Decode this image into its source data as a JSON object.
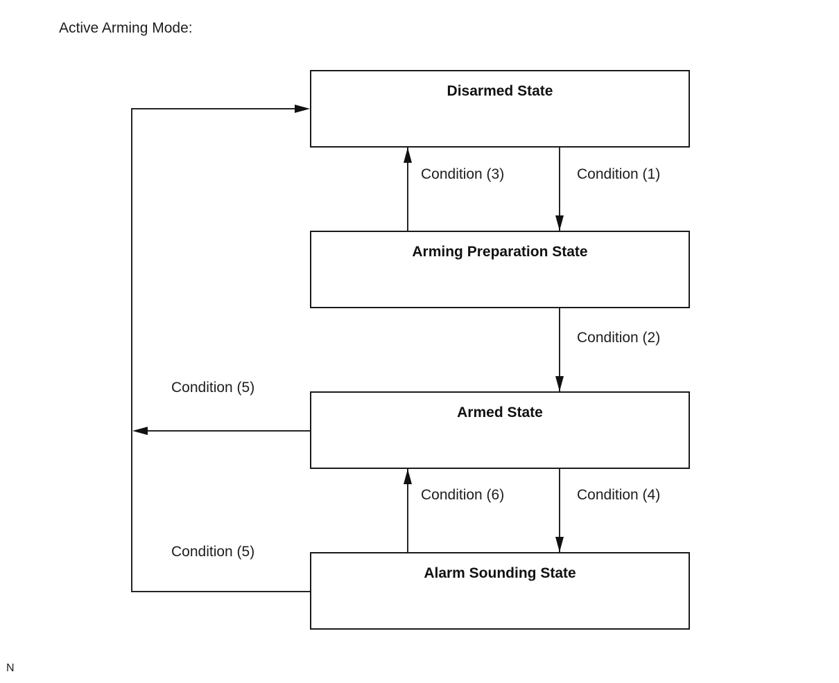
{
  "page": {
    "title": "Active Arming Mode:",
    "footnote": "N"
  },
  "diagram": {
    "type": "state-diagram",
    "states": [
      {
        "id": "disarmed",
        "label": "Disarmed State"
      },
      {
        "id": "arming-preparation",
        "label": "Arming Preparation State"
      },
      {
        "id": "armed",
        "label": "Armed State"
      },
      {
        "id": "alarm-sounding",
        "label": "Alarm Sounding State"
      }
    ],
    "transitions": [
      {
        "label": "Condition (1)",
        "from": "Disarmed State",
        "to": "Arming Preparation State",
        "direction": "down"
      },
      {
        "label": "Condition (2)",
        "from": "Arming Preparation State",
        "to": "Armed State",
        "direction": "down"
      },
      {
        "label": "Condition (3)",
        "from": "Arming Preparation State",
        "to": "Disarmed State",
        "direction": "up"
      },
      {
        "label": "Condition (4)",
        "from": "Armed State",
        "to": "Alarm Sounding State",
        "direction": "down"
      },
      {
        "label": "Condition (5)",
        "from": "Armed State",
        "to": "Disarmed State",
        "direction": "left"
      },
      {
        "label": "Condition (5)",
        "from": "Alarm Sounding State",
        "to": "Disarmed State",
        "direction": "left-up"
      },
      {
        "label": "Condition (6)",
        "from": "Alarm Sounding State",
        "to": "Armed State",
        "direction": "up"
      }
    ]
  },
  "colors": {
    "background": "#ffffff",
    "line": "#242424",
    "border": "#1a1a1a",
    "text": "#1d1d1d"
  }
}
